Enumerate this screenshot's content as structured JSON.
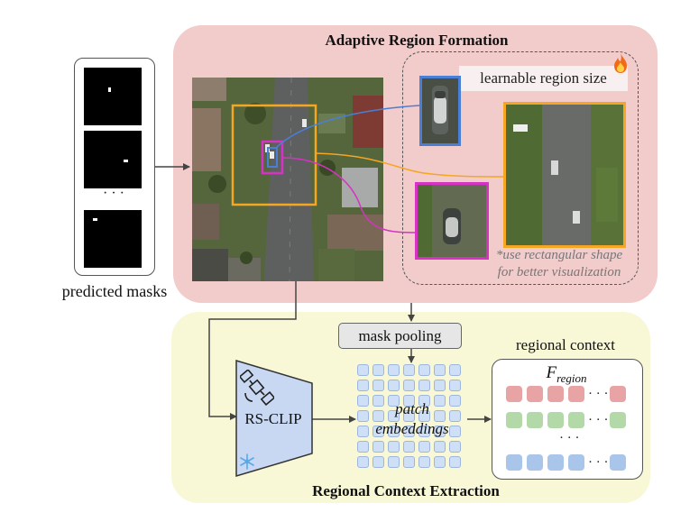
{
  "top_panel": {
    "title": "Adaptive Region Formation"
  },
  "bottom_panel": {
    "title": "Regional Context Extraction"
  },
  "predicted_masks": {
    "label": "predicted masks",
    "ellipsis": "· · ·"
  },
  "region_size": {
    "label": "learnable region size",
    "icon": "flame-icon"
  },
  "note": {
    "line1": "*use rectangular shape",
    "line2": "for better visualization"
  },
  "encoder": {
    "label": "RS-CLIP",
    "icons": [
      "satellite-icon",
      "snowflake-icon"
    ]
  },
  "mask_pooling": {
    "label": "mask pooling"
  },
  "patch_embeddings": {
    "line1": "patch",
    "line2": "embeddings"
  },
  "regional_context": {
    "label": "regional context",
    "feature_main": "F",
    "feature_sub": "region",
    "ellipsis": "· · ·",
    "dots": "· · ·"
  },
  "colors": {
    "top_panel": "#f2cbcb",
    "bottom_panel": "#f8f8d7",
    "orange_box": "#f5a623",
    "blue_box": "#4a7fd6",
    "magenta_box": "#d633c4",
    "token_red": "#e8a4a4",
    "token_green": "#b4d9a9",
    "token_blue": "#a9c6ea",
    "encoder_fill": "#c8d7f2"
  }
}
